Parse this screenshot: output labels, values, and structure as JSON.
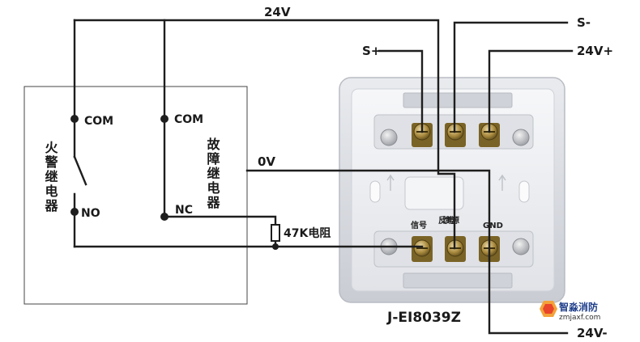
{
  "supply": {
    "top": "24V",
    "zero": "0V",
    "s_plus": "S+",
    "s_minus": "S-",
    "v_plus": "24V+",
    "v_minus": "24V-"
  },
  "relays": {
    "fire": {
      "name": "火警继电器",
      "com": "COM",
      "no": "NO"
    },
    "fault": {
      "name": "故障继电器",
      "com": "COM",
      "nc": "NC"
    }
  },
  "resistor": {
    "label": "47K电阻"
  },
  "module": {
    "model": "J-EI8039Z",
    "terminals": {
      "signal": "信号",
      "feedback": "反馈电源",
      "gnd": "GND"
    }
  },
  "watermark": {
    "brand": "智淼消防",
    "url": "zmjaxf.com"
  },
  "colors": {
    "wire": "#1e1e1e",
    "panel": "#d9dce2",
    "terminal": "#b08a3a"
  }
}
